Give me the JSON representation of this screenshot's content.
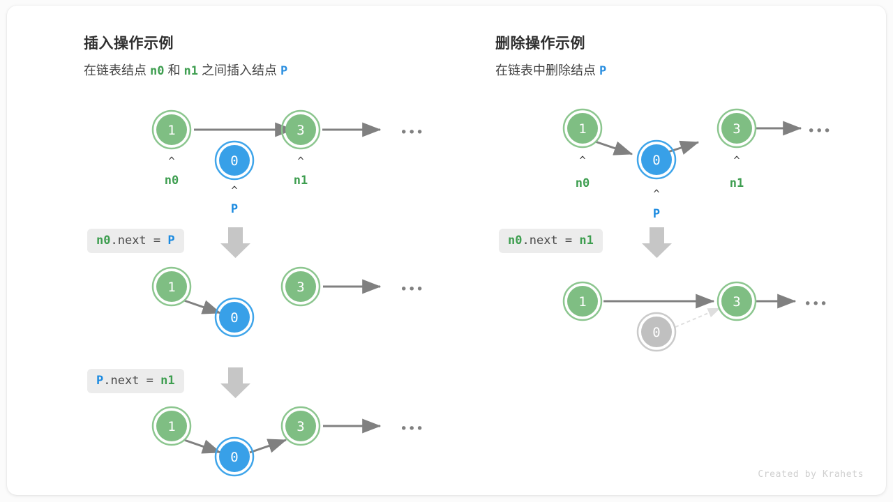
{
  "theme": {
    "bg": "#fbfbfb",
    "card_bg": "#ffffff",
    "node_green_fill": "#7fbe83",
    "node_green_ring": "#8cc68f",
    "node_blue_fill": "#38a0e8",
    "node_blue_ring": "#3fa5ea",
    "node_gray_fill": "#c0c0c0",
    "node_gray_ring": "#cacaca",
    "arrow_gray": "#808080",
    "label_green": "#3e9e50",
    "label_blue": "#1b8ae0",
    "badge_bg": "#ececec",
    "footer_color": "#cfcfcf"
  },
  "footer": {
    "credit": "Created by Krahets"
  },
  "panels": [
    {
      "id": "insert",
      "title": "插入操作示例",
      "subtitle": {
        "parts": [
          {
            "text": "在链表结点 ",
            "style": "plain"
          },
          {
            "text": "n0",
            "style": "green"
          },
          {
            "text": " 和 ",
            "style": "plain"
          },
          {
            "text": "n1",
            "style": "green"
          },
          {
            "text": " 之间插入结点 ",
            "style": "plain"
          },
          {
            "text": "P",
            "style": "blue"
          }
        ]
      },
      "steps": [
        {
          "id": "insert-step-1",
          "code": {
            "parts": [
              {
                "text": "n0",
                "style": "green"
              },
              {
                "text": ".next = ",
                "style": "plain"
              },
              {
                "text": "P",
                "style": "blue"
              }
            ]
          },
          "nodes": [
            {
              "name": "node-n0",
              "value": "1",
              "color": "green",
              "label": "n0",
              "label_color": "green"
            },
            {
              "name": "node-p",
              "value": "0",
              "color": "blue",
              "label": "P",
              "label_color": "blue"
            },
            {
              "name": "node-n1",
              "value": "3",
              "color": "green",
              "label": "n1",
              "label_color": "green"
            }
          ],
          "ellipsis": "•••"
        },
        {
          "id": "insert-step-2",
          "code": {
            "parts": [
              {
                "text": "P",
                "style": "blue"
              },
              {
                "text": ".next = ",
                "style": "plain"
              },
              {
                "text": "n1",
                "style": "green"
              }
            ]
          },
          "nodes": [
            {
              "name": "node-n0",
              "value": "1",
              "color": "green"
            },
            {
              "name": "node-p",
              "value": "0",
              "color": "blue"
            },
            {
              "name": "node-n1",
              "value": "3",
              "color": "green"
            }
          ],
          "ellipsis": "•••"
        },
        {
          "id": "insert-step-3",
          "nodes": [
            {
              "name": "node-n0",
              "value": "1",
              "color": "green"
            },
            {
              "name": "node-p",
              "value": "0",
              "color": "blue"
            },
            {
              "name": "node-n1",
              "value": "3",
              "color": "green"
            }
          ],
          "ellipsis": "•••"
        }
      ]
    },
    {
      "id": "remove",
      "title": "删除操作示例",
      "subtitle": {
        "parts": [
          {
            "text": "在链表中删除结点 ",
            "style": "plain"
          },
          {
            "text": "P",
            "style": "blue"
          }
        ]
      },
      "steps": [
        {
          "id": "remove-step-1",
          "code": {
            "parts": [
              {
                "text": "n0",
                "style": "green"
              },
              {
                "text": ".next = ",
                "style": "plain"
              },
              {
                "text": "n1",
                "style": "green"
              }
            ]
          },
          "nodes": [
            {
              "name": "node-n0",
              "value": "1",
              "color": "green",
              "label": "n0",
              "label_color": "green"
            },
            {
              "name": "node-p",
              "value": "0",
              "color": "blue",
              "label": "P",
              "label_color": "blue"
            },
            {
              "name": "node-n1",
              "value": "3",
              "color": "green",
              "label": "n1",
              "label_color": "green"
            }
          ],
          "ellipsis": "•••"
        },
        {
          "id": "remove-step-2",
          "nodes": [
            {
              "name": "node-n0",
              "value": "1",
              "color": "green"
            },
            {
              "name": "node-p-removed",
              "value": "0",
              "color": "gray"
            },
            {
              "name": "node-n1",
              "value": "3",
              "color": "green"
            }
          ],
          "ellipsis": "•••"
        }
      ]
    }
  ]
}
